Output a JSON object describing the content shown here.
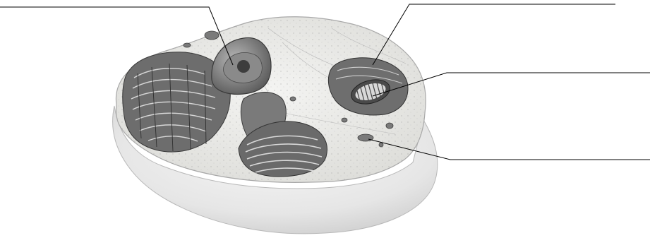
{
  "diagram": {
    "subject": "cell-cross-section",
    "label_count": 4,
    "labels": [
      {
        "id": "label-top-left",
        "text": ""
      },
      {
        "id": "label-top-right",
        "text": ""
      },
      {
        "id": "label-middle-right",
        "text": ""
      },
      {
        "id": "label-bottom-right",
        "text": ""
      }
    ]
  }
}
